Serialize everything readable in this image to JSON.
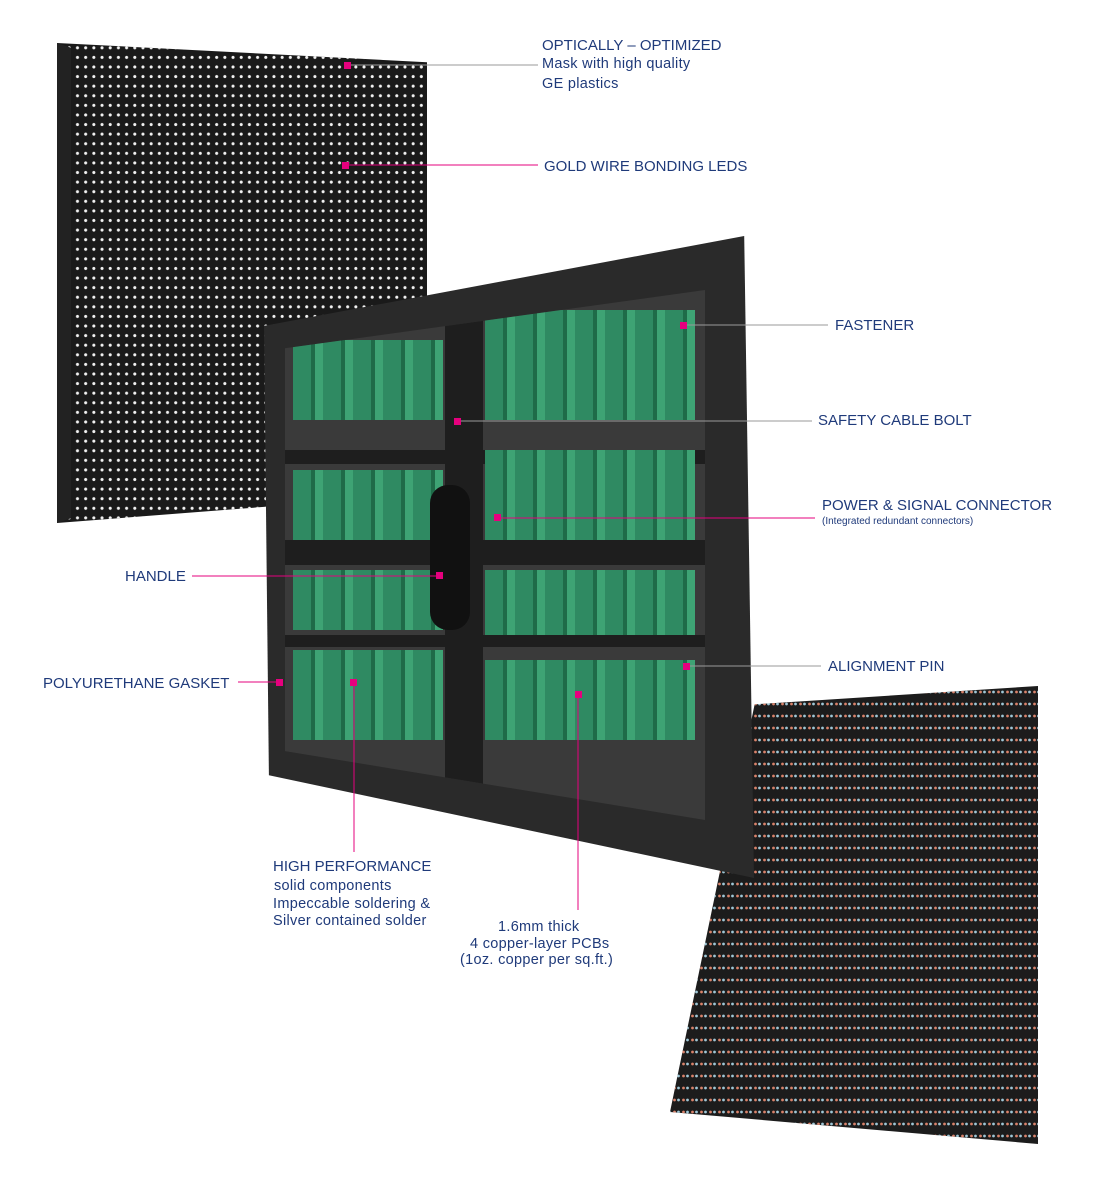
{
  "colors": {
    "text": "#1f3a7a",
    "accent": "#e6007e",
    "leader": "#9a9a9a"
  },
  "labels": {
    "optically": {
      "title": "OPTICALLY – OPTIMIZED",
      "line1": "Mask with high quality",
      "line2": "GE plastics"
    },
    "gold_wire": "GOLD WIRE BONDING LEDS",
    "fastener": "FASTENER",
    "safety_cable_bolt": "SAFETY CABLE BOLT",
    "power_signal": {
      "title": "POWER & SIGNAL CONNECTOR",
      "note": "(Integrated redundant connectors)"
    },
    "handle": "HANDLE",
    "alignment_pin": "ALIGNMENT PIN",
    "gasket": "POLYURETHANE GASKET",
    "high_performance": {
      "title": "HIGH PERFORMANCE",
      "line1": "solid components",
      "line2": "Impeccable soldering &",
      "line3": "Silver contained solder"
    },
    "pcb": {
      "line1": "1.6mm thick",
      "line2": "4 copper-layer PCBs",
      "line3": "(1oz. copper per sq.ft.)"
    }
  }
}
